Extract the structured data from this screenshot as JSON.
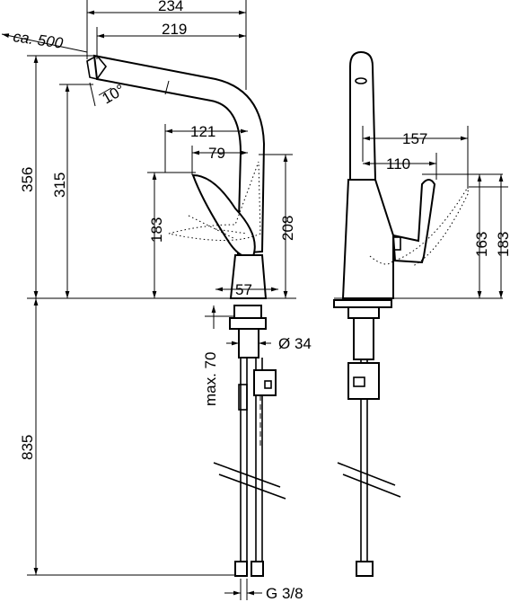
{
  "dimensions": {
    "d234": "234",
    "d219": "219",
    "ca500": "ca. 500",
    "angle": "10°",
    "d356": "356",
    "d315": "315",
    "d121": "121",
    "d79": "79",
    "d183_left": "183",
    "d208": "208",
    "d57": "57",
    "max70": "max. 70",
    "dia34": "Ø 34",
    "d835": "835",
    "g38": "G 3/8",
    "d157": "157",
    "d110": "110",
    "d163": "163",
    "d183_right": "183"
  }
}
